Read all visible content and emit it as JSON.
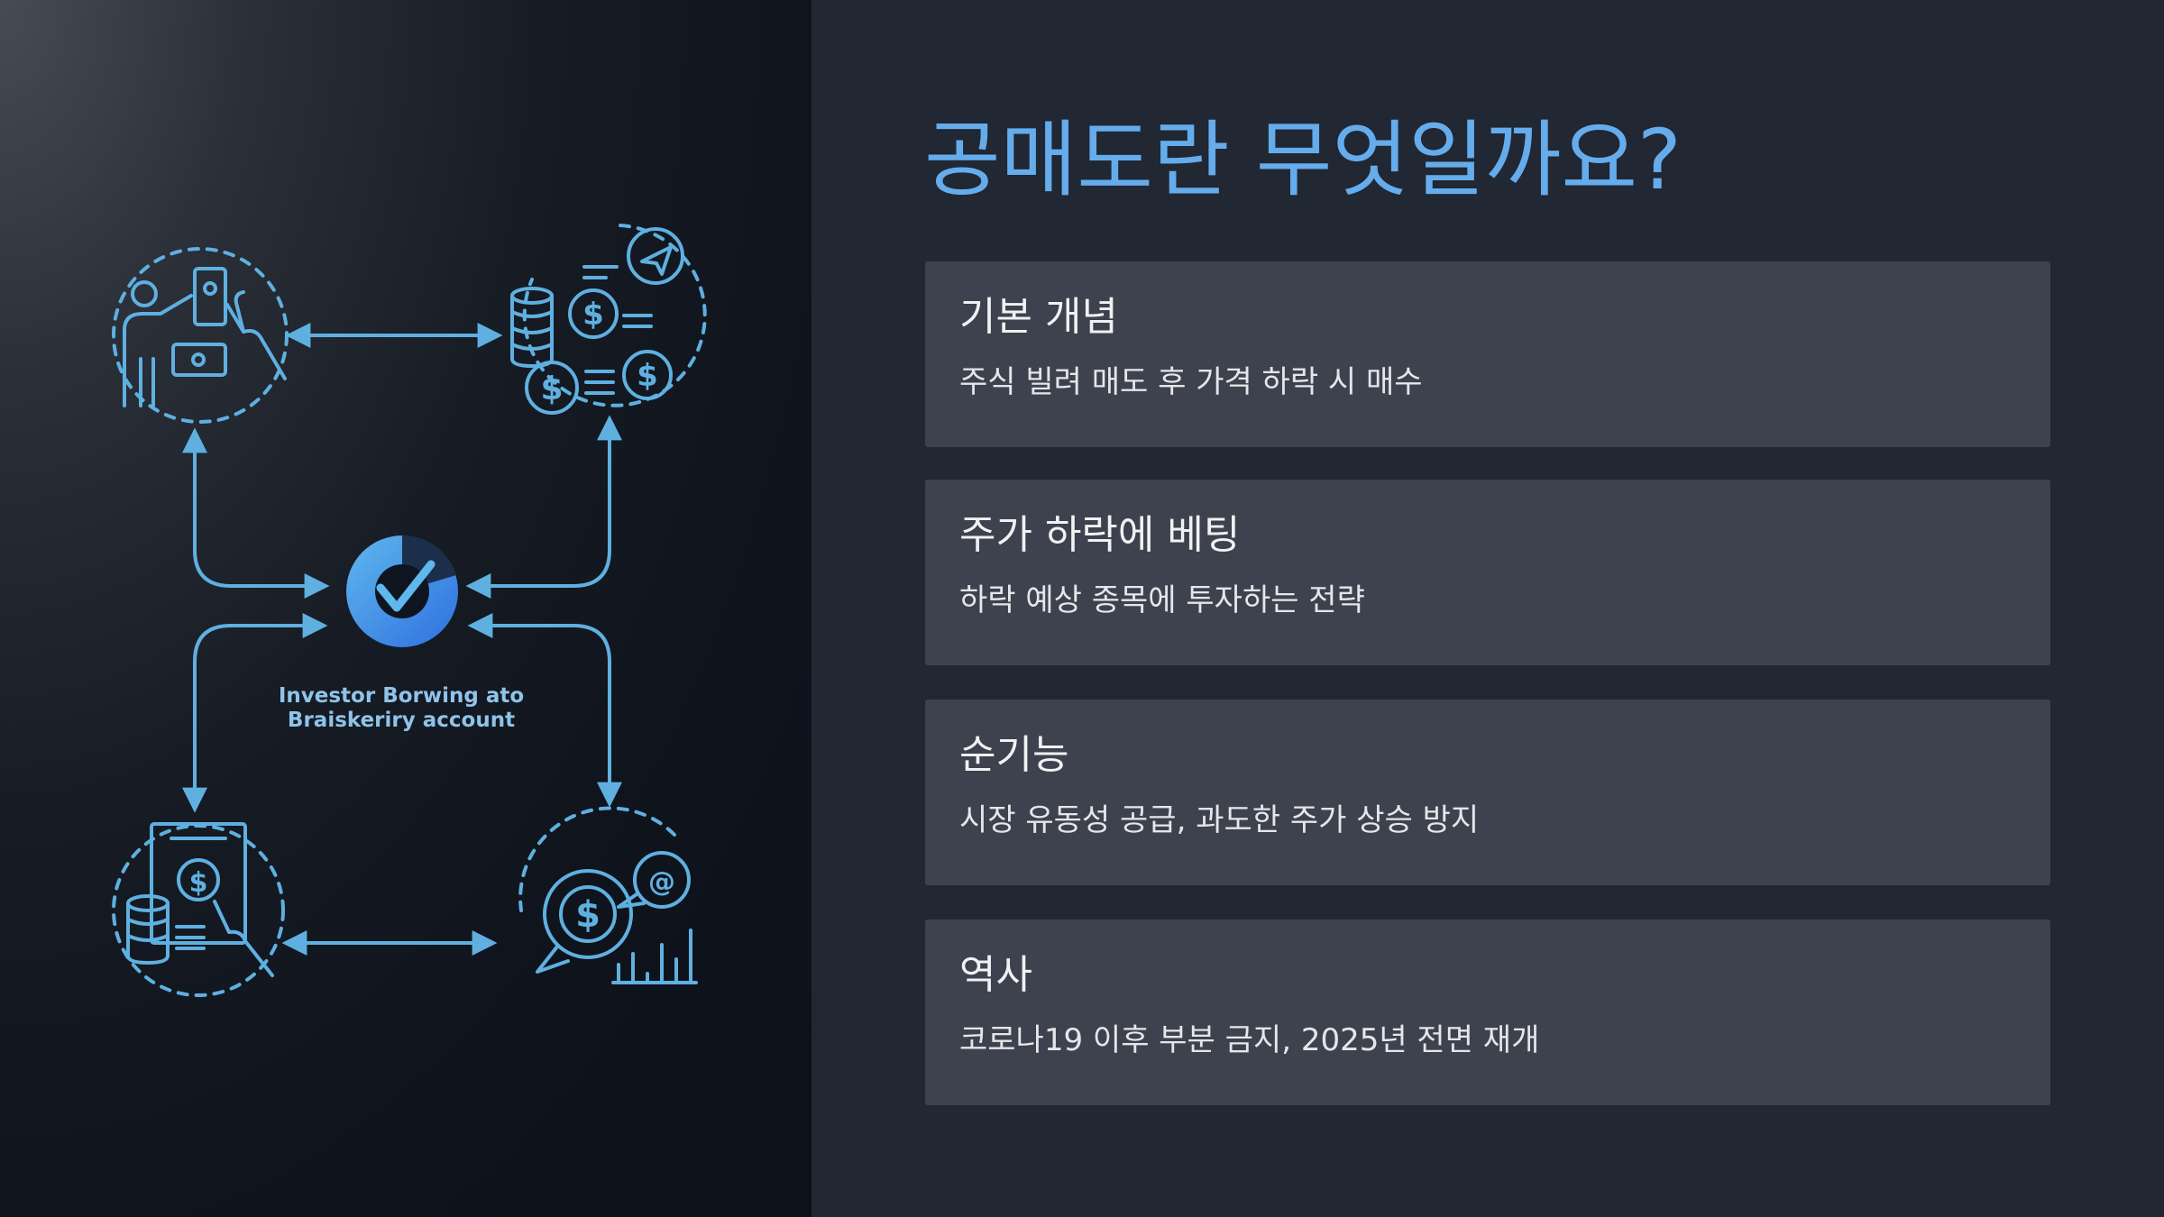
{
  "slide": {
    "title": "공매도란 무엇일까요?",
    "diagram_caption_line1": "Investor Borwing ato",
    "diagram_caption_line2": "Braiskeriry account",
    "cards": [
      {
        "title": "기본 개념",
        "description": "주식 빌려 매도 후 가격 하락 시 매수"
      },
      {
        "title": "주가 하락에 베팅",
        "description": "하락 예상 종목에 투자하는 전략"
      },
      {
        "title": "순기능",
        "description": "시장 유동성 공급, 과도한 주가 상승 방지"
      },
      {
        "title": "역사",
        "description": "코로나19 이후 부분 금지, 2025년 전면 재개"
      }
    ]
  },
  "colors": {
    "accent": "#65acec",
    "icon_line": "#5fb0e0",
    "card_bg": "#3d424e",
    "panel_bg": "#212733"
  },
  "icons": [
    "investor-cash-icon",
    "coins-dollar-network-icon",
    "central-pie-check-icon",
    "document-coins-icon",
    "dollar-chat-chart-icon"
  ]
}
